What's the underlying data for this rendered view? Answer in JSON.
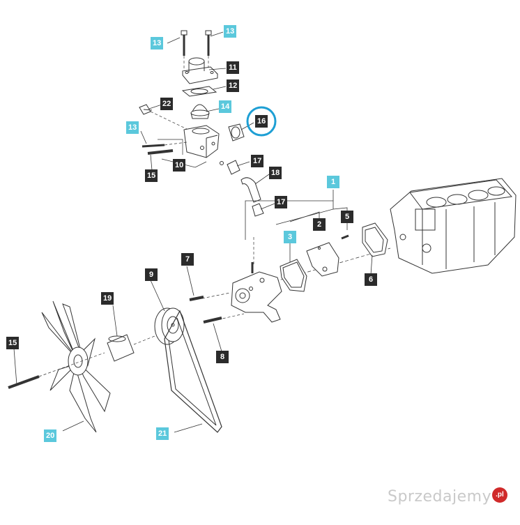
{
  "callouts": {
    "c13a": "13",
    "c13b": "13",
    "c11": "11",
    "c12": "12",
    "c22": "22",
    "c14": "14",
    "c16": "16",
    "c13c": "13",
    "c15a": "15",
    "c10": "10",
    "c17a": "17",
    "c18": "18",
    "c1": "1",
    "c17b": "17",
    "c2": "2",
    "c5": "5",
    "c3": "3",
    "c6": "6",
    "c7": "7",
    "c9": "9",
    "c19": "19",
    "c8": "8",
    "c15b": "15",
    "c20": "20",
    "c21": "21"
  },
  "highlight": {
    "part": "16",
    "color": "#1e9fd4"
  },
  "colors": {
    "dark_tag": "#2b2b2b",
    "cyan_tag": "#5bc8dc",
    "line": "#333333"
  },
  "watermark": {
    "text": "Sprzedajemy",
    "badge": ".pl"
  }
}
